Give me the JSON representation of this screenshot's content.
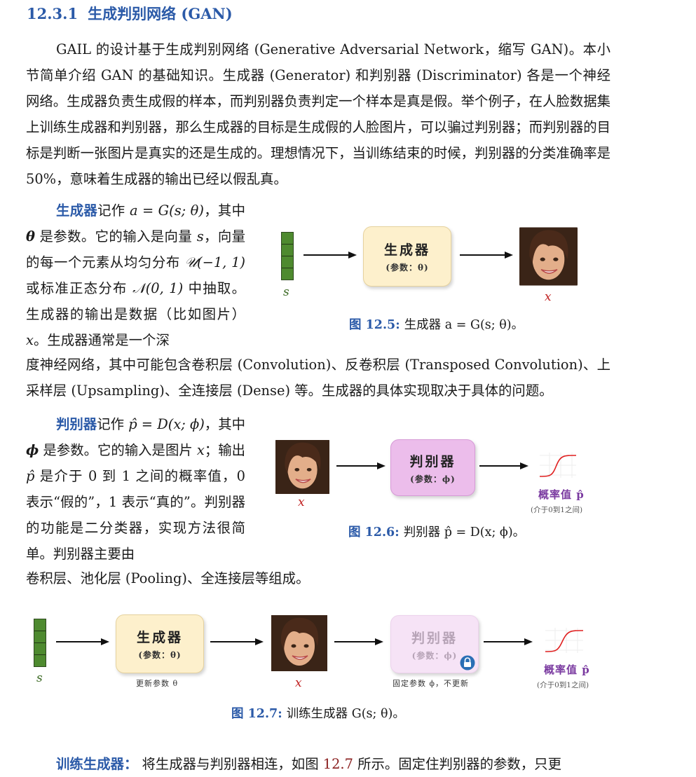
{
  "section": {
    "number": "12.3.1",
    "title": "生成判别网络 (GAN)"
  },
  "intro": {
    "text": "GAIL 的设计基于生成判别网络 (Generative Adversarial Network，缩写 GAN)。本小节简单介绍 GAN 的基础知识。生成器 (Generator) 和判别器 (Discriminator) 各是一个神经网络。生成器负责生成假的样本，而判别器负责判定一个样本是真是假。举个例子，在人脸数据集上训练生成器和判别器，那么生成器的目标是生成假的人脸图片，可以骗过判别器；而判别器的目标是判断一张图片是真实的还是生成的。理想情况下，当训练结束的时候，判别器的分类准确率是 50%，意味着生成器的输出已经以假乱真。"
  },
  "generator": {
    "keyword": "生成器",
    "t1": "记作 ",
    "formula": "a = G(s; θ)",
    "t2": "，其中 ",
    "param": "θ",
    "t3": " 是参数。它的输入是向量 ",
    "s": "s",
    "t4": "，向量的每一个元素从均匀分布 ",
    "uniform": "𝒰(−1, 1)",
    "t5": " 或标准正态分布 ",
    "normal": "𝒩(0, 1)",
    "t6": " 中抽取。生成器的输出是数据（比如图片）",
    "x": "x",
    "t7": "。生成器通常是一个深",
    "cont": "度神经网络，其中可能包含卷积层 (Convolution)、反卷积层 (Transposed Convolution)、上采样层 (Upsampling)、全连接层 (Dense) 等。生成器的具体实现取决于具体的问题。"
  },
  "discriminator": {
    "keyword": "判别器",
    "t1": "记作 ",
    "formula": "p̂ = D(x; ϕ)",
    "t2": "，其中 ",
    "param": "ϕ",
    "t3": " 是参数。它的输入是图片 ",
    "x": "x",
    "t4": "；输出 ",
    "p": "p̂",
    "t5": " 是介于 0 到 1 之间的概率值，0 表示“假的”，1 表示“真的”。判别器的功能是二分类器，实现方法很简单。判别器主要由",
    "cont": "卷积层、池化层 (Pooling)、全连接层等组成。"
  },
  "fig5": {
    "box_title": "生成器",
    "box_sub": "(参数：θ)",
    "label_s": "s",
    "label_x": "x",
    "caption_label": "图 12.5:",
    "caption_text": "生成器 a = G(s; θ)。"
  },
  "fig6": {
    "box_title": "判别器",
    "box_sub": "(参数：ϕ)",
    "label_x": "x",
    "prob_title": "概率值 p̂",
    "prob_sub": "(介于0到1之间)",
    "caption_label": "图 12.6:",
    "caption_text": "判别器 p̂ = D(x; ϕ)。"
  },
  "fig7": {
    "gen_title": "生成器",
    "gen_sub": "(参数：θ)",
    "dis_title": "判别器",
    "dis_sub": "(参数：ϕ)",
    "label_s": "s",
    "label_x": "x",
    "note_gen": "更新参数 θ",
    "note_dis": "固定参数 ϕ，不更新",
    "prob_title": "概率值 p̂",
    "prob_sub": "(介于0到1之间)",
    "caption_label": "图 12.7:",
    "caption_text": "训练生成器 G(s; θ)。"
  },
  "training": {
    "keyword": "训练生成器：",
    "t1": " 将生成器与判别器相连，如图 ",
    "ref": "12.7",
    "t2": " 所示。固定住判别器的参数，只更"
  },
  "icons": {
    "face": "face-photo-icon",
    "lock": "lock-icon",
    "arrow": "arrow-right-icon",
    "sigmoid": "sigmoid-curve-icon"
  },
  "colors": {
    "title_blue": "#2b5aa8",
    "green_s": "#3d6b25",
    "red_x": "#c02020",
    "purple": "#7a3aa0",
    "ref": "#8a1f1f"
  }
}
